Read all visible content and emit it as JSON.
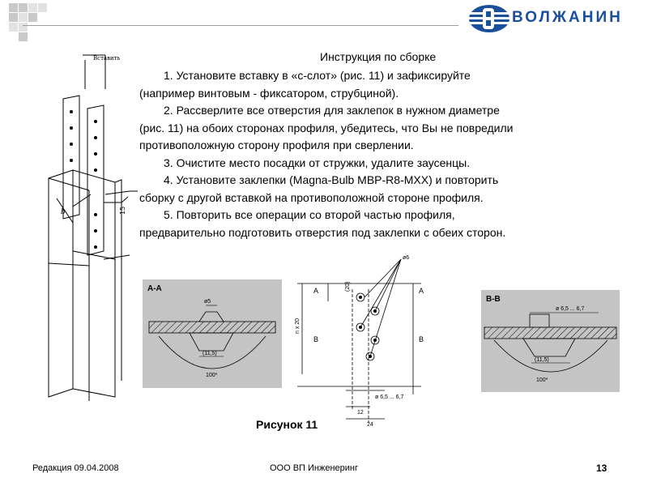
{
  "header": {
    "company_logo_text": "ВОЛЖАНИН"
  },
  "left_drawing": {
    "label_insert": "Вставить",
    "label_b": "b",
    "dim_15": "15"
  },
  "instructions": {
    "title": "Инструкция по сборке",
    "steps": [
      "1. Установите вставку в «с-слот» (рис. 11) и зафиксируйте",
      "(например винтовым - фиксатором, струбциной).",
      "2. Рассверлите все отверстия для заклепок в нужном диаметре",
      "(рис. 11) на обоих сторонах профиля, убедитесь, что Вы не повредили",
      "противоположную сторону профиля при сверлении.",
      "3. Очистите место посадки от стружки, удалите заусенцы.",
      "4. Установите заклепки (Magna-Bulb MBP-R8-MXX) и повторить",
      "сборку с другой вставкой на противоположной стороне профиля.",
      "5. Повторить все операции со второй частью профиля,",
      "предварительно подготовить отверстия под заклепки с обеих сторон."
    ]
  },
  "section_aa": {
    "label": "A-A",
    "dim_hole": "ø5",
    "dim_width": "(11,5)",
    "dim_radius": "100*"
  },
  "center_drawing": {
    "dim_hole": "ø6",
    "label_a": "A",
    "label_b": "B",
    "dim_20": "(20)",
    "dim_nx20": "n x 20",
    "dim_drill": "ø 6,5 ... 6,7",
    "dim_12": "12",
    "dim_24": "24"
  },
  "section_bb": {
    "label": "B-B",
    "dim_drill": "ø 6,5 ... 6,7",
    "dim_width": "(11,5)",
    "dim_radius": "100*"
  },
  "figure": {
    "caption": "Рисунок 11"
  },
  "footer": {
    "revision": "Редакция 09.04.2008",
    "company": "ООО ВП Инженеринг",
    "page_number": "13"
  },
  "colors": {
    "logo_blue": "#1a4f9c",
    "panel_gray": "#c4c4c4"
  }
}
